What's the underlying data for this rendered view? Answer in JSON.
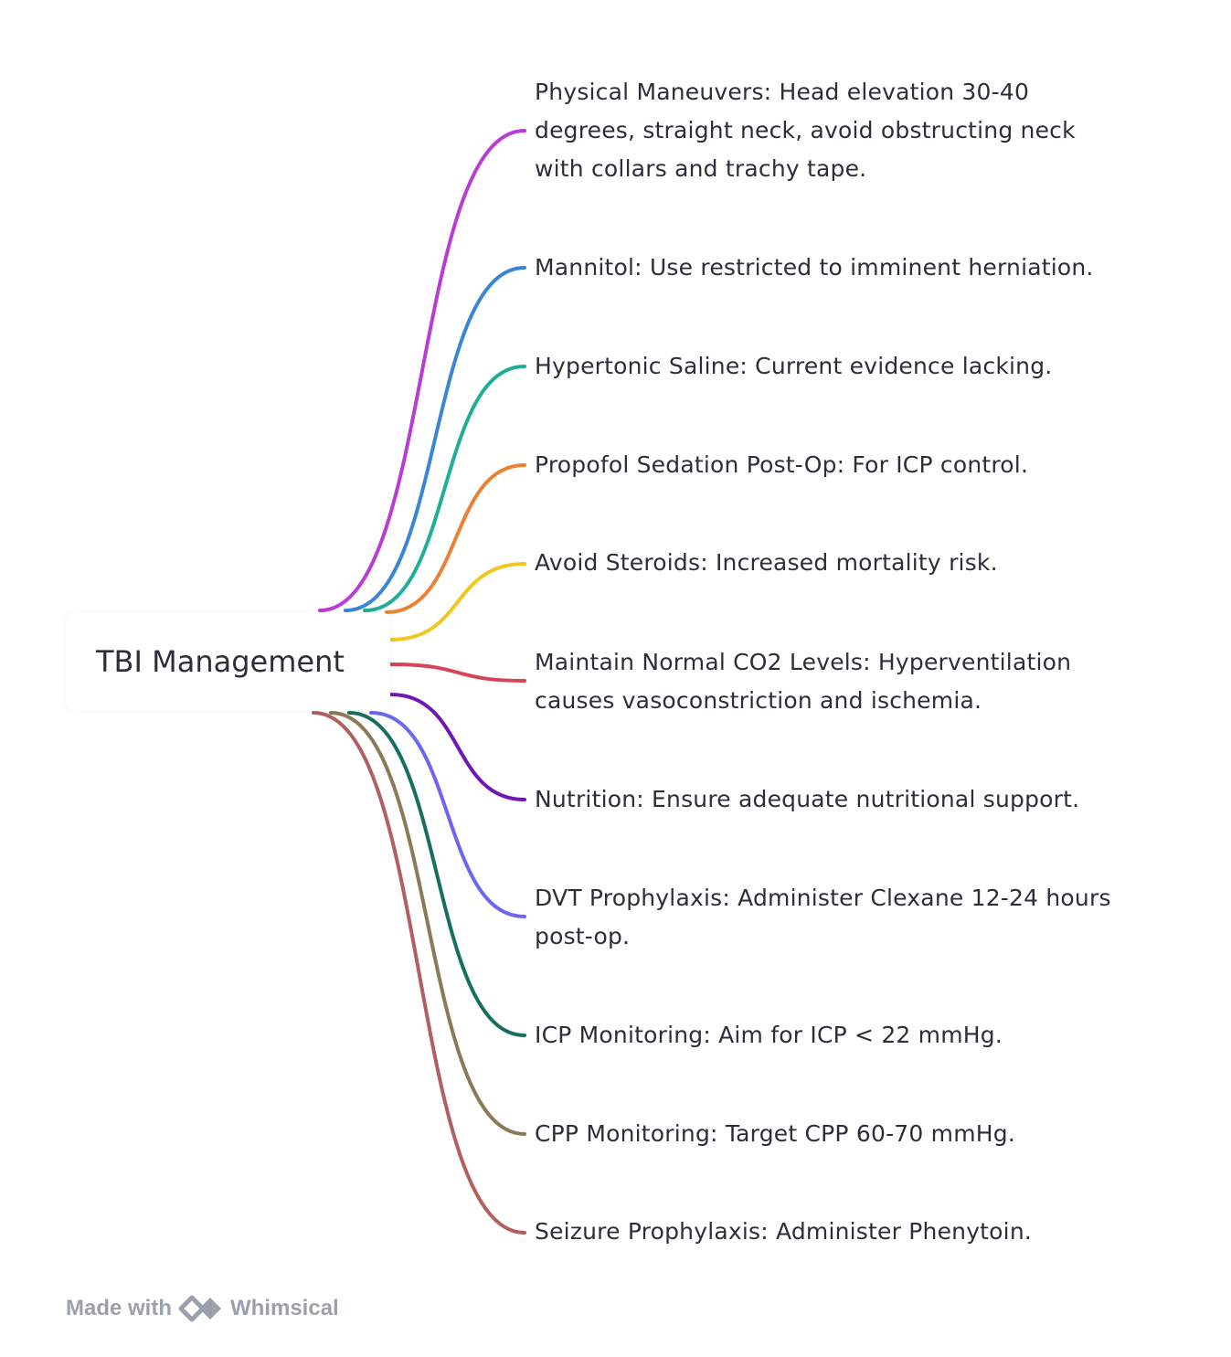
{
  "diagram": {
    "root": {
      "label": "TBI Management"
    },
    "branches": [
      {
        "line1": "Physical Maneuvers: Head elevation 30-40",
        "line2": "degrees, straight neck, avoid obstructing neck",
        "line3": "with collars and trachy tape.",
        "color": "#b93dd4"
      },
      {
        "line1": "Mannitol: Use restricted to imminent herniation.",
        "color": "#3a86d4"
      },
      {
        "line1": "Hypertonic Saline: Current evidence lacking.",
        "color": "#20ae98"
      },
      {
        "line1": "Propofol Sedation Post-Op: For ICP control.",
        "color": "#ea8134"
      },
      {
        "line1": "Avoid Steroids: Increased mortality risk.",
        "color": "#f3c61f"
      },
      {
        "line1": "Maintain Normal CO2 Levels: Hyperventilation",
        "line2": "causes vasoconstriction and ischemia.",
        "color": "#d64457"
      },
      {
        "line1": "Nutrition: Ensure adequate nutritional support.",
        "color": "#6f17b7"
      },
      {
        "line1": "DVT Prophylaxis: Administer Clexane 12-24 hours",
        "line2": "post-op.",
        "color": "#6d66f2"
      },
      {
        "line1": "ICP Monitoring: Aim for ICP < 22 mmHg.",
        "color": "#17705f"
      },
      {
        "line1": "CPP Monitoring: Target CPP 60-70 mmHg.",
        "color": "#8a7a57"
      },
      {
        "line1": "Seizure Prophylaxis: Administer Phenytoin.",
        "color": "#b0605f"
      }
    ]
  },
  "footer": {
    "made_with": "Made with",
    "brand": "Whimsical",
    "logo_icon": "whimsical-logo-icon"
  }
}
